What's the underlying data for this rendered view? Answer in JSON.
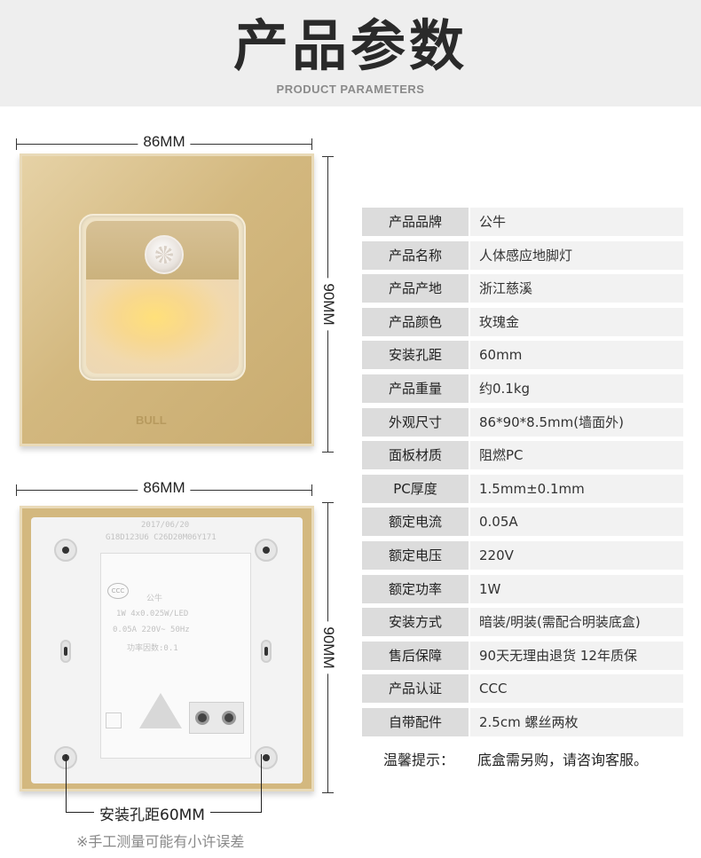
{
  "header": {
    "title": "产品参数",
    "subtitle": "PRODUCT PARAMETERS"
  },
  "dimensions": {
    "front_width": "86MM",
    "front_height": "90MM",
    "back_width": "86MM",
    "back_height": "90MM",
    "hole_distance": "安装孔距60MM"
  },
  "front_panel": {
    "logo": "BULL"
  },
  "back_panel": {
    "date": "2017/06/20",
    "code": "G18D123U6  C26D20M06Y171",
    "cert": "CCC",
    "brand": "公牛",
    "spec1": "1W  4x0.025W/LED",
    "spec2": "0.05A  220V~  50Hz",
    "spec3": "功率因数:0.1"
  },
  "specs": [
    {
      "key": "产品品牌",
      "value": "公牛"
    },
    {
      "key": "产品名称",
      "value": "人体感应地脚灯"
    },
    {
      "key": "产品产地",
      "value": "浙江慈溪"
    },
    {
      "key": "产品颜色",
      "value": "玫瑰金"
    },
    {
      "key": "安装孔距",
      "value": "60mm"
    },
    {
      "key": "产品重量",
      "value": "约0.1kg"
    },
    {
      "key": "外观尺寸",
      "value": "86*90*8.5mm(墙面外)"
    },
    {
      "key": "面板材质",
      "value": "阻燃PC"
    },
    {
      "key": "PC厚度",
      "value": "1.5mm±0.1mm"
    },
    {
      "key": "额定电流",
      "value": "0.05A"
    },
    {
      "key": "额定电压",
      "value": "220V"
    },
    {
      "key": "额定功率",
      "value": "1W"
    },
    {
      "key": "安装方式",
      "value": "暗装/明装(需配合明装底盒)"
    },
    {
      "key": "售后保障",
      "value": "90天无理由退货 12年质保"
    },
    {
      "key": "产品认证",
      "value": "CCC"
    },
    {
      "key": "自带配件",
      "value": "2.5cm 螺丝两枚"
    }
  ],
  "tip": {
    "label": "温馨提示：",
    "text": "底盒需另购，请咨询客服。"
  },
  "note": "※手工测量可能有小许误差"
}
